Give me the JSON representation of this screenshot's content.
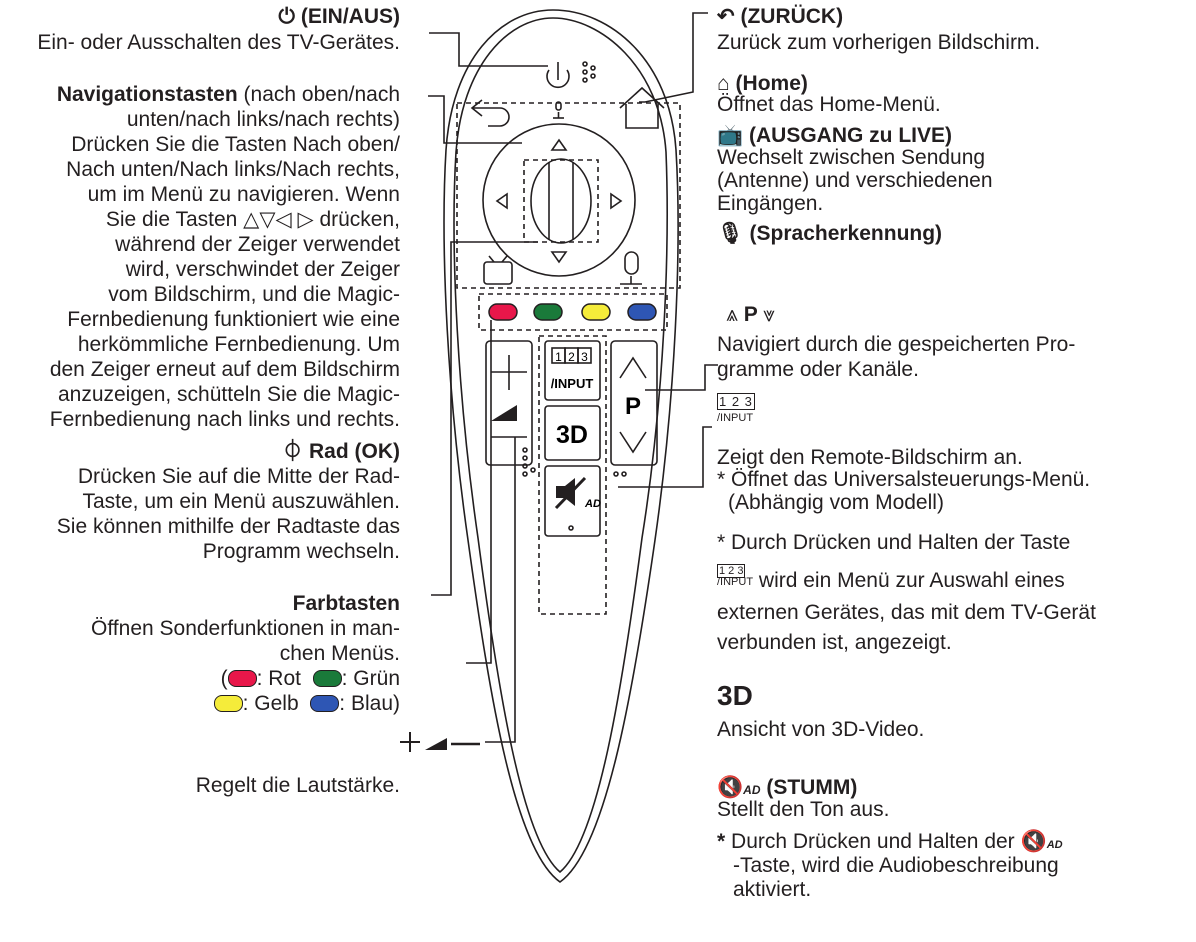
{
  "colors": {
    "red": "#e8174a",
    "green": "#1a7a3a",
    "yellow": "#f5ec3a",
    "blue": "#2e56b4"
  },
  "power": {
    "title": "(EIN/AUS)",
    "desc": "Ein- oder Ausschalten des TV-Gerätes."
  },
  "nav": {
    "title": "Navigationstasten",
    "title_rest": " (nach oben/nach",
    "lines": [
      "unten/nach links/nach rechts)",
      "Drücken Sie die Tasten Nach oben/",
      "Nach unten/Nach links/Nach rechts,",
      "um im Menü zu navigieren. Wenn",
      "Sie die Tasten △▽◁ ▷ drücken,",
      "während der Zeiger verwendet",
      "wird, verschwindet der Zeiger",
      "vom Bildschirm, und die Magic-",
      "Fernbedienung funktioniert wie eine",
      "herkömmliche Fernbedienung. Um",
      "den Zeiger erneut auf dem Bildschirm",
      "anzuzeigen, schütteln Sie die Magic-",
      "Fernbedienung nach links und rechts."
    ]
  },
  "wheel": {
    "title": "Rad (OK)",
    "lines": [
      "Drücken Sie auf die Mitte der Rad-",
      "Taste, um ein Menü auszuwählen.",
      "Sie können mithilfe der Radtaste das",
      "Programm wechseln."
    ]
  },
  "colorkeys": {
    "title": "Farbtasten",
    "lines": [
      "Öffnen Sonderfunktionen in man-",
      "chen Menüs."
    ],
    "red": ": Rot",
    "green": ": Grün",
    "yellow": ": Gelb",
    "blue": ": Blau"
  },
  "volume": {
    "desc": "Regelt die Lautstärke."
  },
  "back": {
    "title": "(ZURÜCK)",
    "desc": "Zurück zum vorherigen Bildschirm."
  },
  "home": {
    "title": "(Home)",
    "desc": "Öffnet das Home-Menü."
  },
  "live": {
    "title": "(AUSGANG zu LIVE)",
    "lines": [
      "Wechselt zwischen Sendung",
      "(Antenne) und verschiedenen",
      "Eingängen."
    ]
  },
  "voice": {
    "title": "(Spracherkennung)"
  },
  "channel": {
    "title": "P",
    "lines": [
      "Navigiert durch die gespeicherten Pro-",
      "gramme oder Kanäle."
    ]
  },
  "input": {
    "digits": "1 2 3",
    "label": "/INPUT",
    "lines": [
      "Zeigt den Remote-Bildschirm an.",
      "* Öffnet das Universalsteuerungs-Menü.",
      "(Abhängig vom Modell)",
      "* Durch Drücken und Halten der Taste",
      "wird ein Menü zur Auswahl eines",
      "externen Gerätes, das mit dem TV-Gerät",
      "verbunden ist, angezeigt."
    ]
  },
  "threed": {
    "title": "3D",
    "desc": "Ansicht von 3D-Video."
  },
  "mute": {
    "ad": "AD",
    "title": "(STUMM)",
    "desc": "Stellt den Ton aus.",
    "note_a": "Durch Drücken und Halten der",
    "note_b": "-Taste, wird die Audiobeschreibung",
    "note_c": "aktiviert."
  },
  "remote": {
    "p_label": "P",
    "input_label": "/INPUT",
    "digits": "1 2 3",
    "threed": "3D",
    "ad": "AD"
  }
}
